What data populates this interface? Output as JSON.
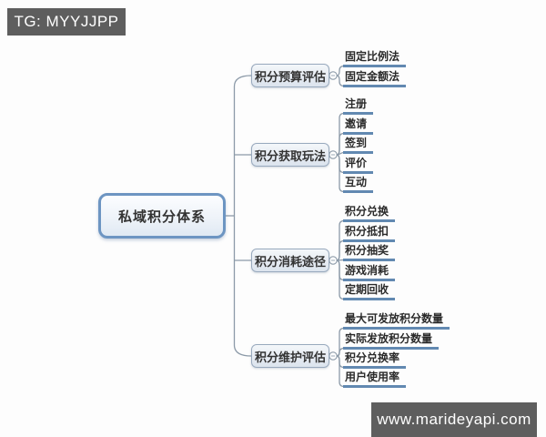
{
  "watermarks": {
    "top_left": "TG: MYYJJPP",
    "bottom_right": "www.marideyapi.com"
  },
  "mindmap": {
    "root": "私域积分体系",
    "branches": [
      {
        "label": "积分预算评估",
        "children": [
          "固定比例法",
          "固定金额法"
        ]
      },
      {
        "label": "积分获取玩法",
        "children": [
          "注册",
          "邀请",
          "签到",
          "评价",
          "互动"
        ]
      },
      {
        "label": "积分消耗途径",
        "children": [
          "积分兑换",
          "积分抵扣",
          "积分抽奖",
          "游戏消耗",
          "定期回收"
        ]
      },
      {
        "label": "积分维护评估",
        "children": [
          "最大可发放积分数量",
          "实际发放积分数量",
          "积分兑换率",
          "用户使用率"
        ]
      }
    ],
    "colors": {
      "root_border": "#6d95c2",
      "branch_border": "#98a9bd",
      "leaf_underline": "#6289b1",
      "connector": "#8c9aa8",
      "watermark_bg": "#5e5e5e",
      "watermark_text": "#ffffff"
    }
  }
}
